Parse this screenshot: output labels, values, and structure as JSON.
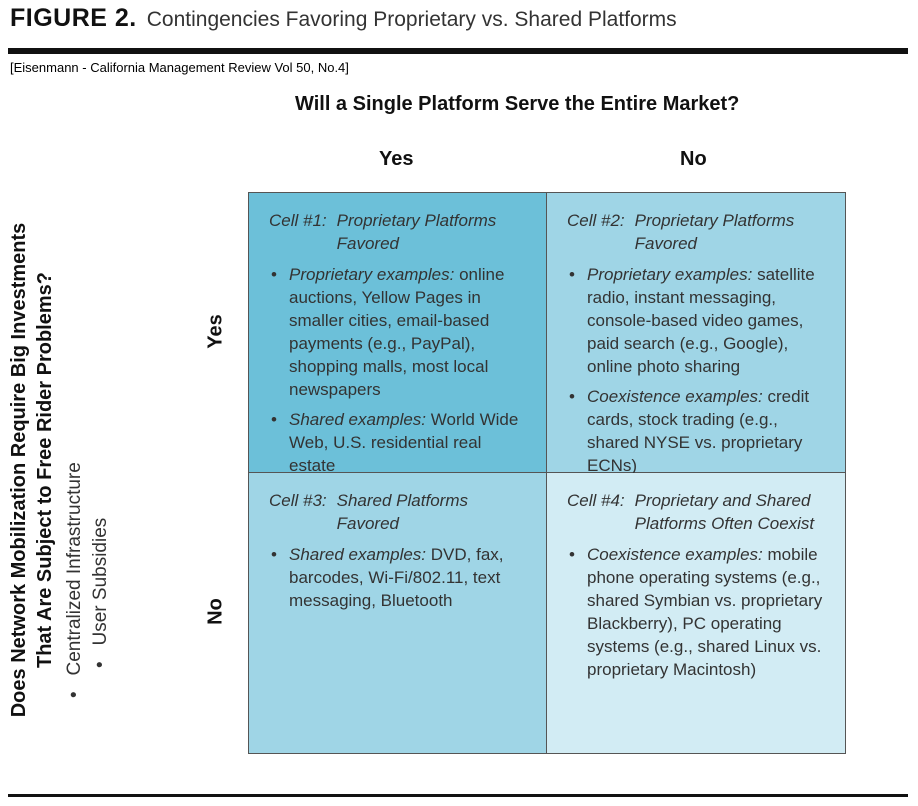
{
  "figure": {
    "label": "FIGURE 2.",
    "title": "Contingencies Favoring Proprietary vs. Shared Platforms",
    "citation": "[Eisenmann - California Management Review Vol 50, No.4]"
  },
  "top_question": "Will a Single Platform Serve the Entire Market?",
  "columns": {
    "yes": "Yes",
    "no": "No"
  },
  "rows": {
    "yes": "Yes",
    "no": "No"
  },
  "side_question": {
    "line1": "Does Network Mobilization Require Big Investments",
    "line2": "That Are Subject to Free Rider Problems?",
    "bullets": [
      "Centralized Infrastructure",
      "User Subsidies"
    ]
  },
  "cells": [
    {
      "number": "Cell #1:",
      "title": "Proprietary Platforms Favored",
      "items": [
        {
          "label": "Proprietary examples:",
          "text": "online auctions, Yellow Pages in smaller cities, email-based payments (e.g., PayPal), shopping malls, most local newspapers"
        },
        {
          "label": "Shared examples:",
          "text": "World Wide Web, U.S. residential real estate"
        }
      ]
    },
    {
      "number": "Cell #2:",
      "title": "Proprietary Platforms Favored",
      "items": [
        {
          "label": "Proprietary examples:",
          "text": "satellite radio, instant messaging, console-based video games, paid search (e.g., Google), online photo sharing"
        },
        {
          "label": "Coexistence examples:",
          "text": "credit cards, stock trading (e.g., shared NYSE vs. proprietary ECNs)"
        }
      ]
    },
    {
      "number": "Cell #3:",
      "title": "Shared Platforms Favored",
      "items": [
        {
          "label": "Shared examples:",
          "text": "DVD, fax, barcodes, Wi-Fi/802.11, text messaging, Bluetooth"
        }
      ]
    },
    {
      "number": "Cell #4:",
      "title": "Proprietary and Shared Platforms Often Coexist",
      "items": [
        {
          "label": "Coexistence examples:",
          "text": "mobile phone operating systems (e.g., shared Symbian vs. proprietary Blackberry), PC operating systems (e.g., shared Linux vs. proprietary Macintosh)"
        }
      ]
    }
  ],
  "colors": {
    "cell1": "#6cc0d9",
    "cell2": "#9fd5e6",
    "cell3": "#9fd5e6",
    "cell4": "#d2ecf4"
  }
}
